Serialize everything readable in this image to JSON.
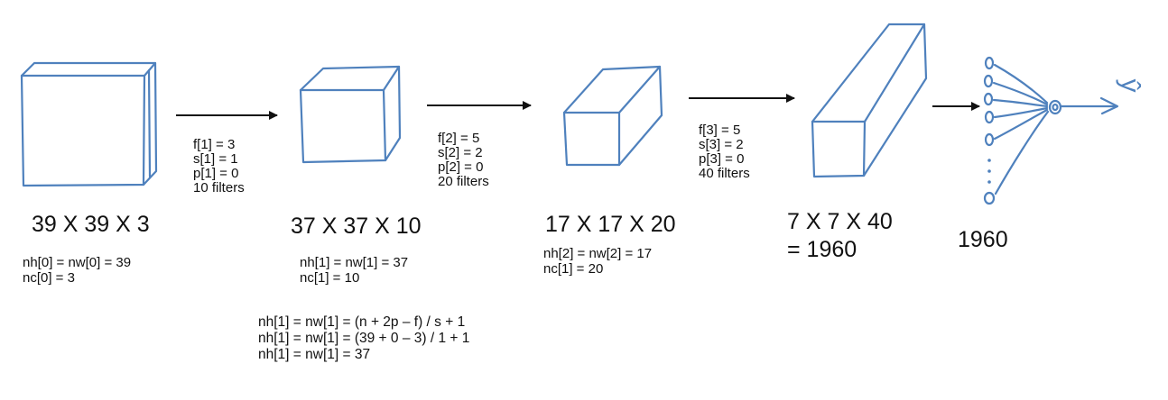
{
  "volumes": [
    {
      "label": "39 X 39 X 3",
      "notes": [
        "nh[0] = nw[0] = 39",
        "nc[0] = 3"
      ]
    },
    {
      "label": "37 X 37 X 10",
      "notes": [
        "nh[1] = nw[1] = 37",
        "nc[1] = 10"
      ]
    },
    {
      "label": "17 X 17 X 20",
      "notes": [
        "nh[2] = nw[2] = 17",
        "nc[1] = 20"
      ]
    },
    {
      "label": "7 X 7 X 40",
      "label2": "= 1960"
    },
    {
      "label": "1960"
    }
  ],
  "layers": [
    {
      "lines": [
        "f[1] = 3",
        "s[1] = 1",
        "p[1] = 0",
        "10 filters"
      ]
    },
    {
      "lines": [
        "f[2] = 5",
        "s[2] = 2",
        "p[2] = 0",
        "20 filters"
      ]
    },
    {
      "lines": [
        "f[3] = 5",
        "s[3] = 2",
        "p[3] = 0",
        "40 filters"
      ]
    }
  ],
  "formula": [
    "nh[1] = nw[1] = (n + 2p – f) / s + 1",
    "nh[1] = nw[1] = (39 + 0 – 3) / 1 + 1",
    "nh[1] = nw[1] = 37"
  ],
  "output": {
    "label": "ŷ"
  },
  "colors": {
    "sketch": "#4f81bd",
    "arrow": "#111111"
  }
}
